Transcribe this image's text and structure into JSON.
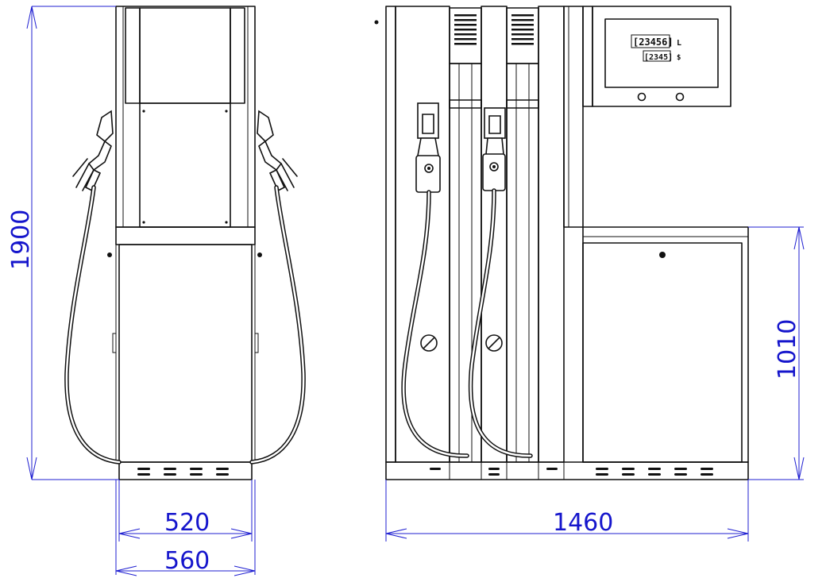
{
  "drawing": {
    "subject": "fuel dispenser, front and side views"
  },
  "dimensions": {
    "front_height": "1900",
    "front_inner_width": "520",
    "front_outer_width": "560",
    "side_total_width": "1460",
    "side_lower_height": "1010"
  },
  "display": {
    "line1": "[23456]",
    "line1_unit": "L",
    "line2": "[2345]",
    "line2_unit": "$"
  },
  "colors": {
    "ink": "#111111",
    "dimension": "#1f1fd1",
    "background": "#ffffff"
  }
}
